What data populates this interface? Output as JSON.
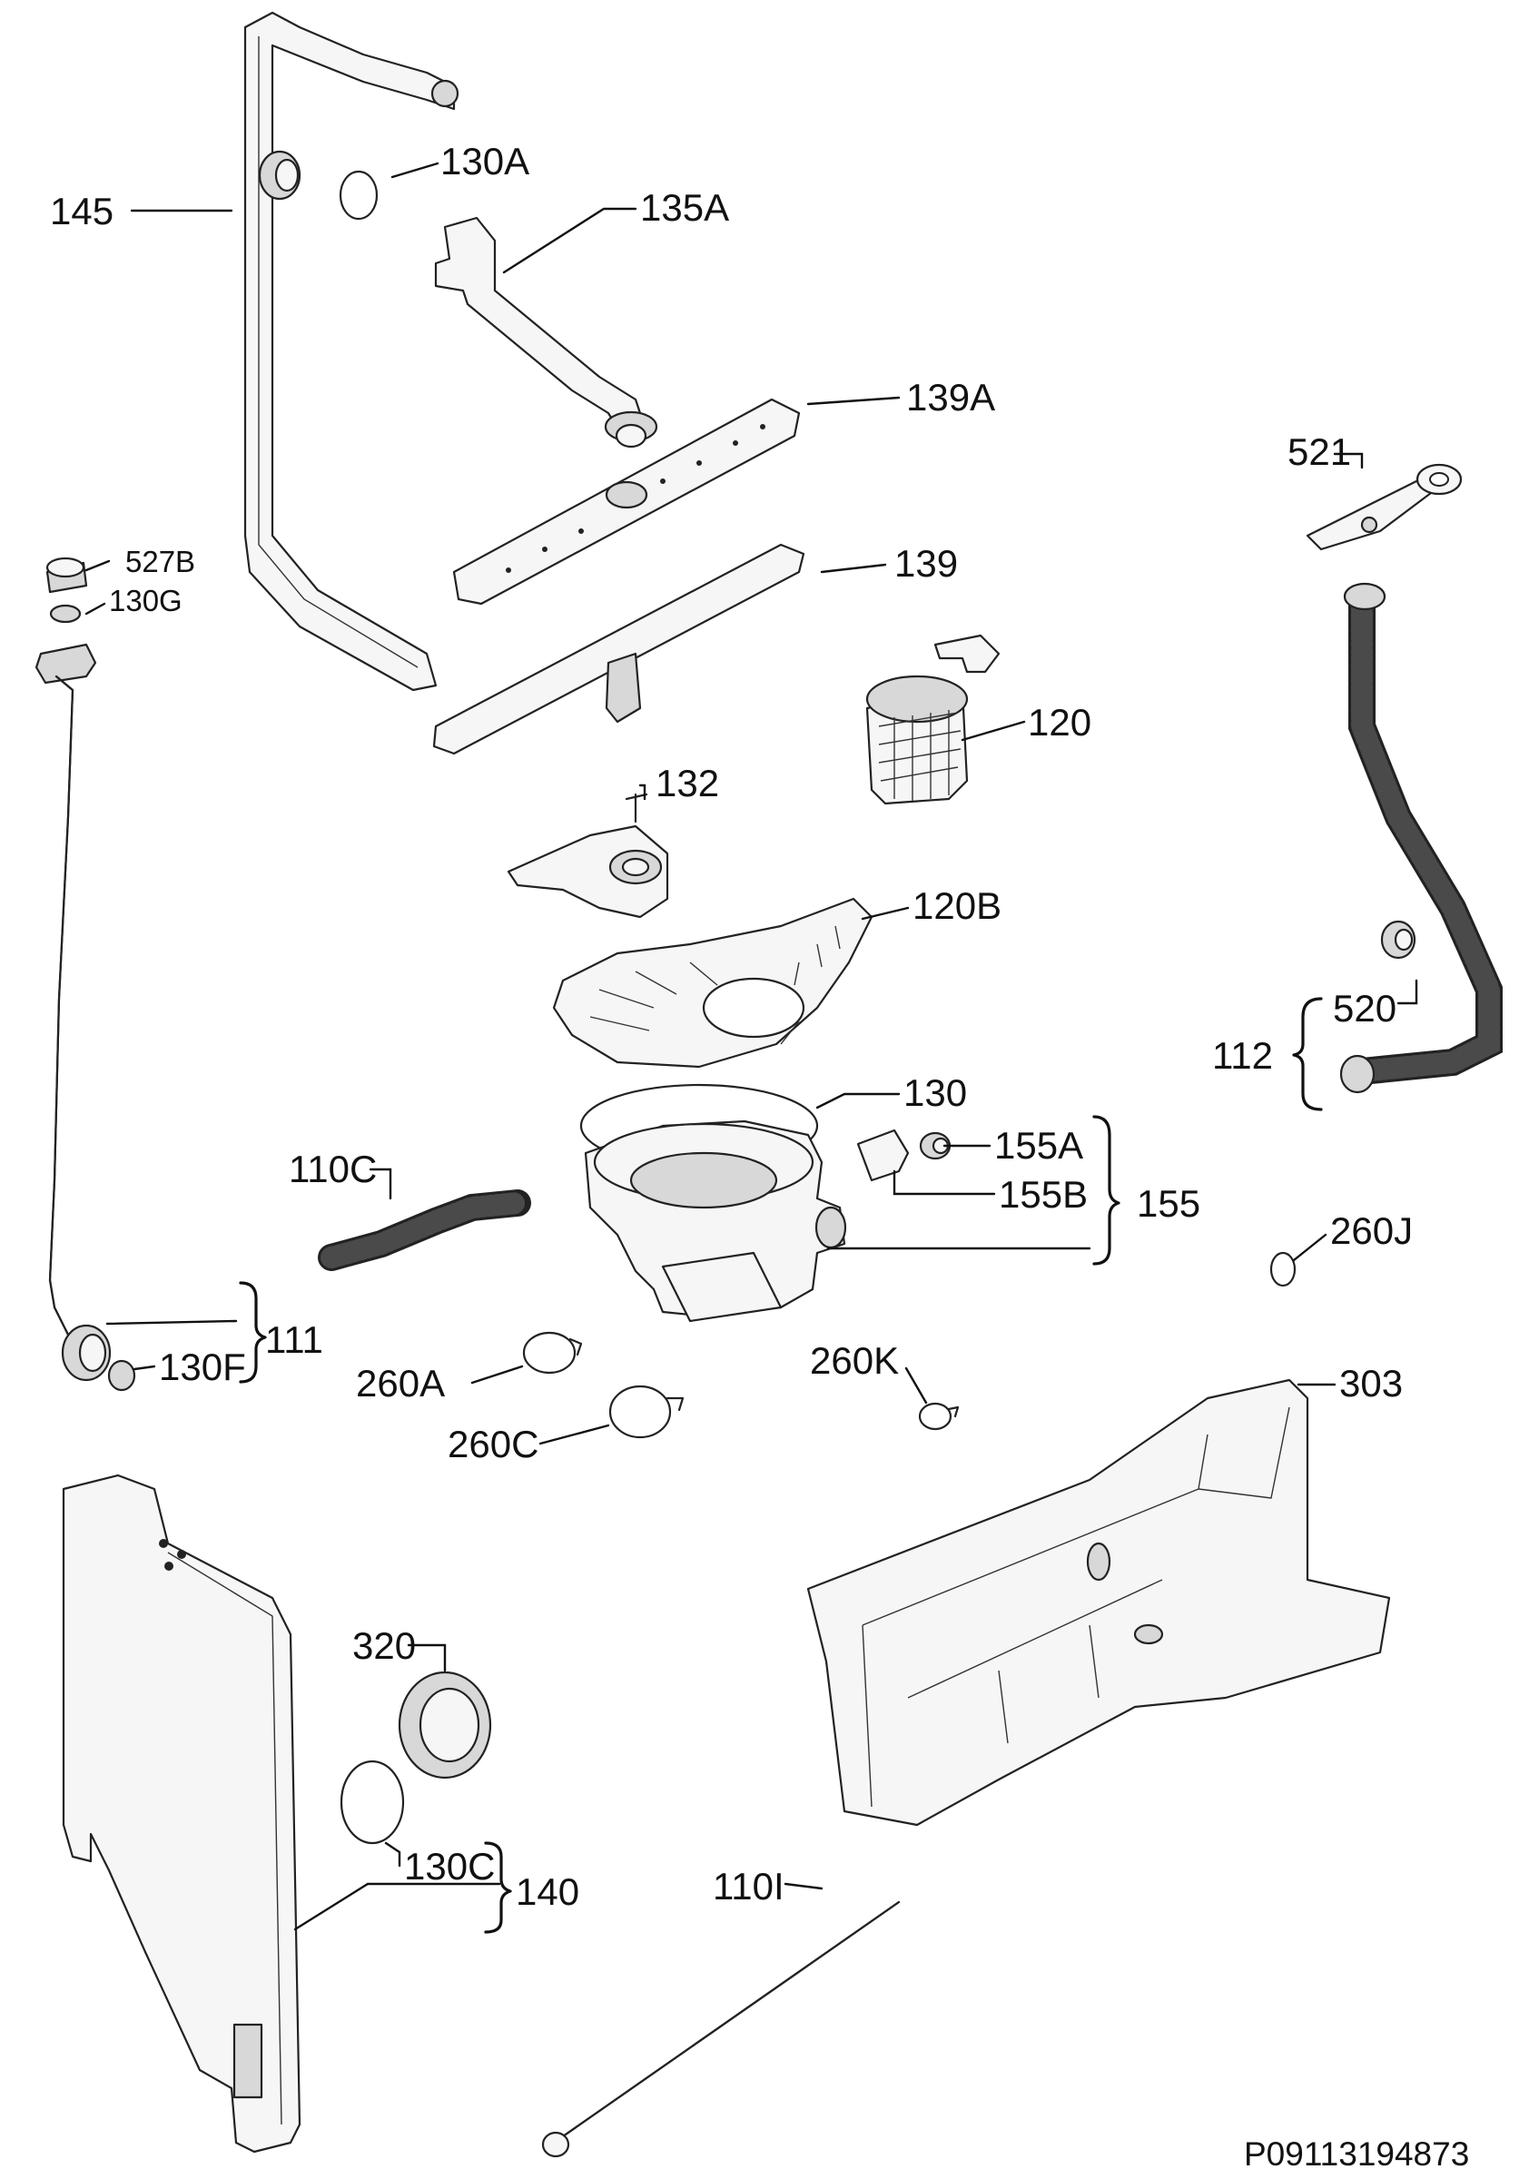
{
  "labels": {
    "p145": "145",
    "p130A": "130A",
    "p135A": "135A",
    "p139A": "139A",
    "p139": "139",
    "p521": "521",
    "p527B": "527B",
    "p130G": "130G",
    "p120": "120",
    "p132": "132",
    "p120B": "120B",
    "p520": "520",
    "p112": "112",
    "p130": "130",
    "p155A": "155A",
    "p155B": "155B",
    "p155": "155",
    "p110C": "110C",
    "p260J": "260J",
    "p111": "111",
    "p130F": "130F",
    "p260A": "260A",
    "p260K": "260K",
    "p260C": "260C",
    "p303": "303",
    "p320": "320",
    "p130C": "130C",
    "p140": "140",
    "p110I": "110I"
  },
  "reference": "P09113194873"
}
